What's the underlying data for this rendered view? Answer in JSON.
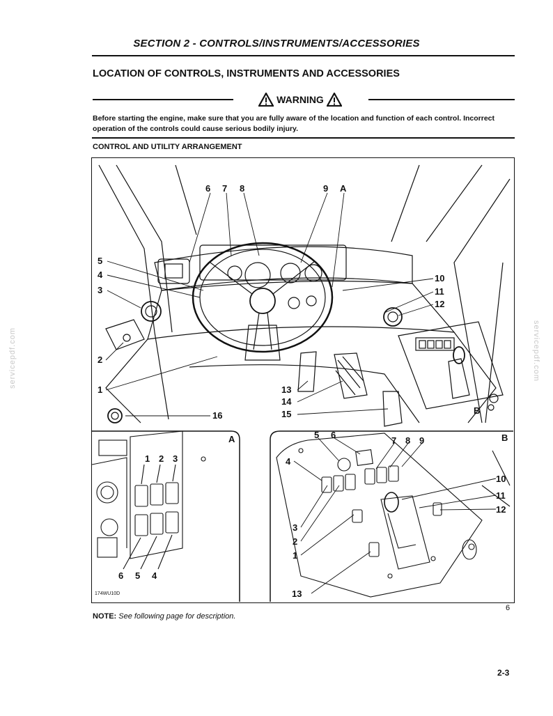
{
  "header": {
    "section_title": "SECTION 2 - CONTROLS/INSTRUMENTS/ACCESSORIES"
  },
  "page_heading": "LOCATION OF CONTROLS, INSTRUMENTS AND ACCESSORIES",
  "warning": {
    "label": "WARNING",
    "text": "Before starting the engine, make sure that you are fully aware of the location and function of each control. Incorrect operation of the controls could cause serious bodily injury."
  },
  "sub_heading": "CONTROL AND UTILITY ARRANGEMENT",
  "figure": {
    "main_labels": [
      "6",
      "7",
      "8",
      "9",
      "A",
      "5",
      "4",
      "3",
      "2",
      "1",
      "10",
      "11",
      "12",
      "13",
      "14",
      "15",
      "16",
      "B"
    ],
    "panel_a": {
      "letter": "A",
      "labels_top": [
        "1",
        "2",
        "3"
      ],
      "labels_bottom": [
        "6",
        "5",
        "4"
      ],
      "code": "174WU10D"
    },
    "panel_b": {
      "letter": "B",
      "labels": [
        "5",
        "6",
        "7",
        "8",
        "9",
        "4",
        "3",
        "2",
        "1",
        "13",
        "10",
        "11",
        "12"
      ]
    },
    "figure_number": "6"
  },
  "note": {
    "label": "NOTE:",
    "text": "See following page for description."
  },
  "page_number": "2-3",
  "watermark": "servicepdf.com",
  "icons": {
    "warning": "warning-triangle-icon"
  }
}
